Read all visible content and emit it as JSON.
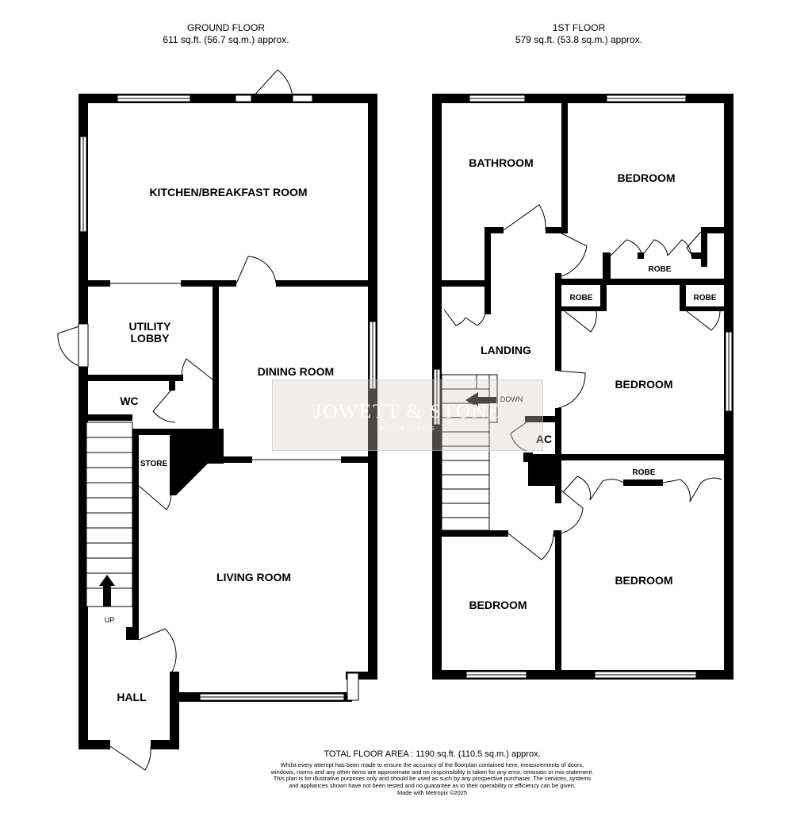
{
  "ground_floor": {
    "title": "GROUND FLOOR",
    "area": "611 sq.ft. (56.7 sq.m.) approx.",
    "rooms": {
      "kitchen": "KITCHEN/BREAKFAST ROOM",
      "utility_line1": "UTILITY",
      "utility_line2": "LOBBY",
      "wc": "WC",
      "dining": "DINING ROOM",
      "store": "STORE",
      "living": "LIVING ROOM",
      "hall": "HALL",
      "up": "UP"
    }
  },
  "first_floor": {
    "title": "1ST FLOOR",
    "area": "579 sq.ft. (53.8 sq.m.) approx.",
    "rooms": {
      "bathroom": "BATHROOM",
      "bedroom_top": "BEDROOM",
      "robe_top": "ROBE",
      "robe_left": "ROBE",
      "robe_right": "ROBE",
      "landing": "LANDING",
      "bedroom_mid": "BEDROOM",
      "down": "DOWN",
      "ac": "AC",
      "robe_lower": "ROBE",
      "bedroom_bottom_left": "BEDROOM",
      "bedroom_bottom_right": "BEDROOM"
    }
  },
  "watermark": {
    "brand": "JOWETT & STONE",
    "subtitle": "ESTATE AGENTS"
  },
  "footer": {
    "total": "TOTAL FLOOR AREA : 1190 sq.ft. (110.5 sq.m.) approx.",
    "disclaimer": "Whilst every attempt has been made to ensure the accuracy of the floorplan contained here, measurements of doors, windows, rooms and any other items are approximate and no responsibility is taken for any error, omission or mis-statement. This plan is for illustrative purposes only and should be used as such by any prospective purchaser. The services, systems and appliances shown have not been tested and no guarantee as to their operability or efficiency can be given.",
    "made_with": "Made with Metropix ©2025"
  },
  "colors": {
    "walls": "#000000",
    "background": "#ffffff"
  }
}
